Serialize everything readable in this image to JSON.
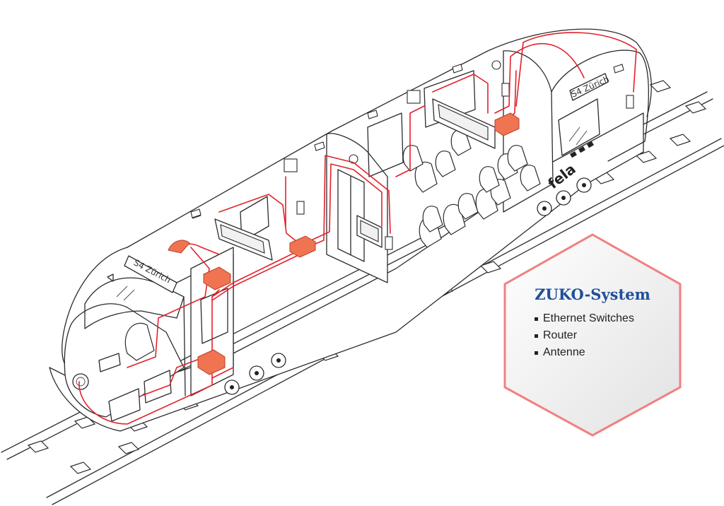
{
  "train": {
    "destination_signs": [
      "S4 Zürich",
      "S4 Zürich"
    ],
    "brand": "fela"
  },
  "info": {
    "title": "ZUKO-System",
    "items": [
      "Ethernet Switches",
      "Router",
      "Antenne"
    ]
  },
  "colors": {
    "cabling": "#e3202a",
    "switch": "#f07452",
    "title": "#1f4f9a",
    "hex_border": "#f08080"
  },
  "icons": [
    "camera-icon",
    "display-icon",
    "call-button-icon"
  ]
}
